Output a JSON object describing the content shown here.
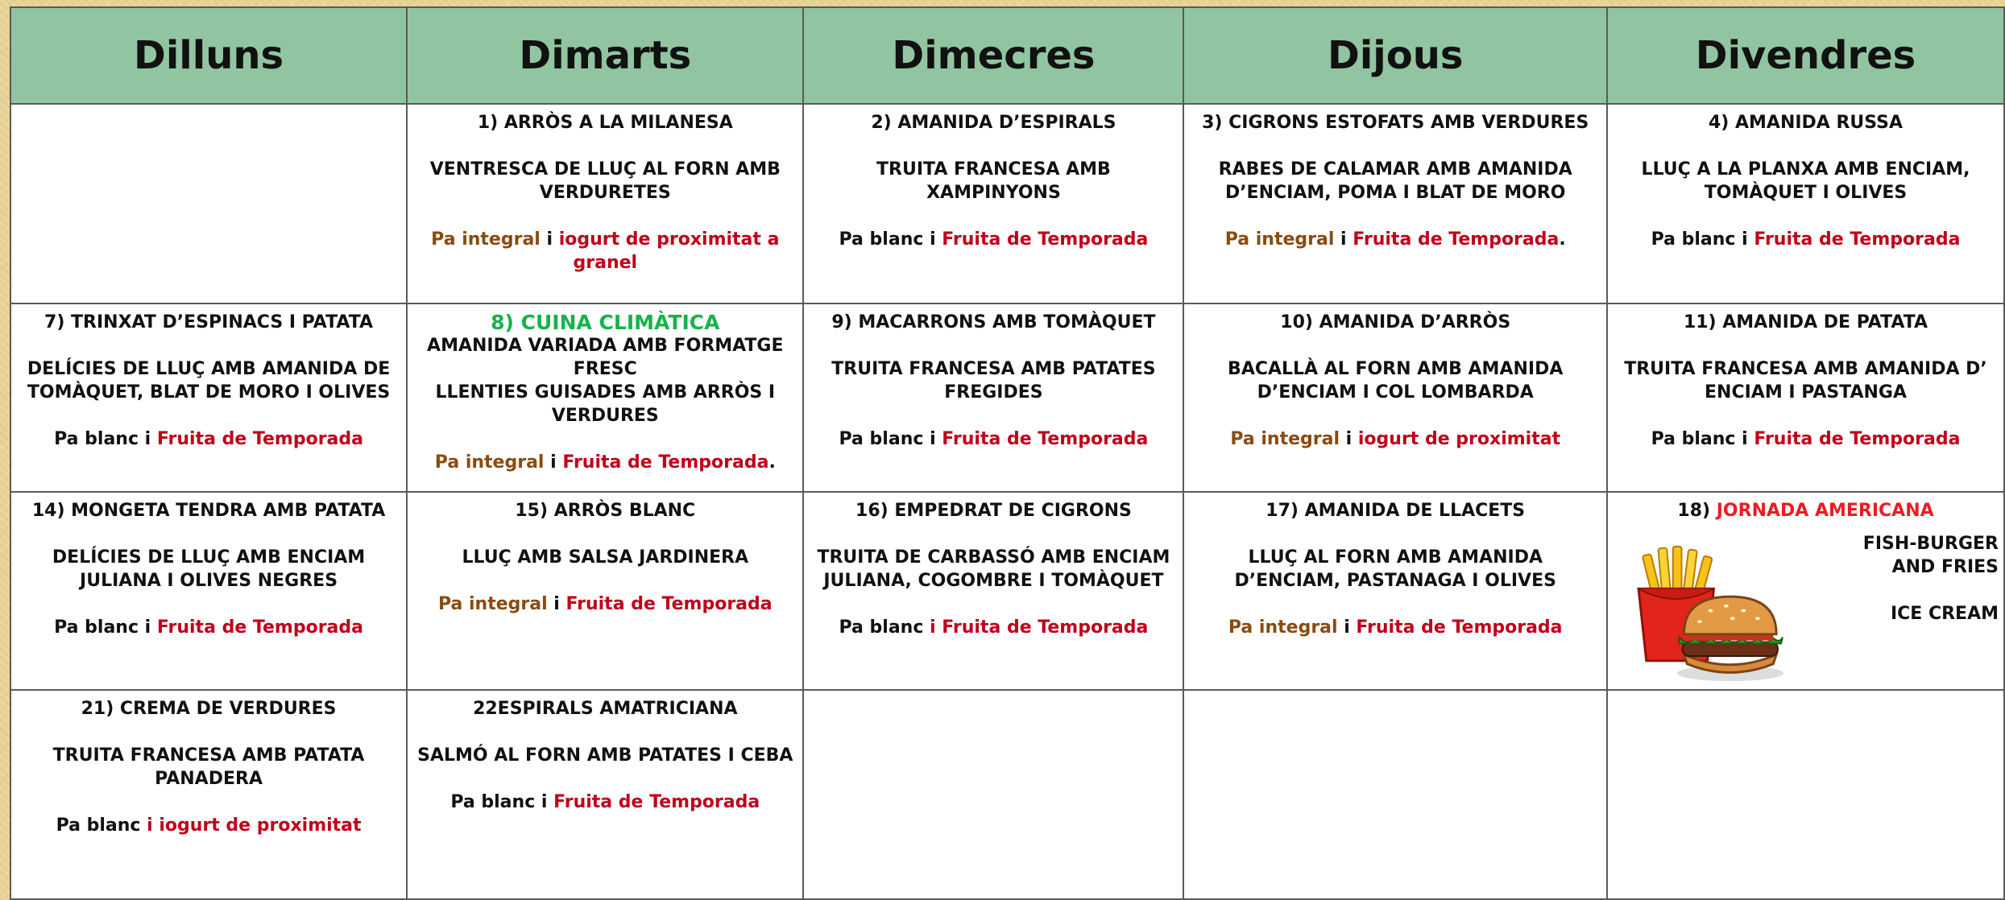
{
  "days": [
    "Dilluns",
    "Dimarts",
    "Dimecres",
    "Dijous",
    "Divendres"
  ],
  "weeks": [
    [
      {
        "empty": true
      },
      {
        "first": "1) ARRÒS A LA MILANESA",
        "second": "VENTRESCA DE LLUÇ AL FORN AMB VERDURETES",
        "bread": "Pa integral",
        "joiner": " i ",
        "dessert": "iogurt de proximitat a granel",
        "trail": ""
      },
      {
        "first": "2) AMANIDA D’ESPIRALS",
        "second": "TRUITA FRANCESA AMB XAMPINYONS",
        "bread": "Pa blanc",
        "joiner": " i ",
        "dessert": "Fruita de Temporada",
        "trail": ""
      },
      {
        "first": "3) CIGRONS ESTOFATS AMB VERDURES",
        "second": "RABES DE CALAMAR AMB AMANIDA D’ENCIAM, POMA I BLAT DE MORO",
        "bread": "Pa integral",
        "joiner": "  i ",
        "dessert": "Fruita de Temporada",
        "trail": "."
      },
      {
        "first": "4) AMANIDA RUSSA",
        "second": "LLUÇ A LA PLANXA AMB ENCIAM, TOMÀQUET I OLIVES",
        "bread": "Pa blanc",
        "joiner": " i ",
        "dessert": "Fruita de Temporada",
        "trail": ""
      }
    ],
    [
      {
        "first": "7) TRINXAT D’ESPINACS I PATATA",
        "second": "DELÍCIES DE LLUÇ AMB AMANIDA DE TOMÀQUET, BLAT DE MORO I OLIVES",
        "bread": "Pa blanc",
        "joiner": " i ",
        "dessert": "Fruita de Temporada",
        "trail": ""
      },
      {
        "special_title": "8) CUINA CLIMÀTICA",
        "first": "AMANIDA VARIADA AMB FORMATGE FRESC",
        "second": "LLENTIES GUISADES AMB ARRÒS I VERDURES",
        "bread": "Pa integral",
        "joiner": "  i ",
        "dessert": "Fruita de Temporada",
        "trail": "."
      },
      {
        "first": "9) MACARRONS AMB TOMÀQUET",
        "second": "TRUITA FRANCESA AMB PATATES FREGIDES",
        "bread": "Pa blanc",
        "joiner": " i ",
        "dessert": "Fruita de Temporada",
        "trail": ""
      },
      {
        "first": "10) AMANIDA D’ARRÒS",
        "second": "BACALLÀ AL FORN AMB AMANIDA D’ENCIAM I COL LOMBARDA",
        "bread": "Pa integral",
        "joiner": " i ",
        "dessert": "iogurt de proximitat",
        "trail": ""
      },
      {
        "first": "11) AMANIDA DE PATATA",
        "second": "TRUITA FRANCESA AMB AMANIDA D’ ENCIAM I PASTANGA",
        "bread": "Pa blanc",
        "joiner": " i ",
        "dessert": "Fruita de Temporada",
        "trail": ""
      }
    ],
    [
      {
        "first": "14) MONGETA TENDRA AMB PATATA",
        "second": "DELÍCIES DE LLUÇ AMB ENCIAM JULIANA I OLIVES NEGRES",
        "bread": "Pa blanc",
        "joiner": " i ",
        "dessert": "Fruita de Temporada",
        "trail": ""
      },
      {
        "first": "15) ARRÒS BLANC",
        "second": "LLUÇ AMB SALSA JARDINERA",
        "bread": "Pa integral",
        "joiner": "  i ",
        "dessert": "Fruita de Temporada",
        "trail": ""
      },
      {
        "first": "16) EMPEDRAT DE CIGRONS",
        "second": "TRUITA DE CARBASSÓ AMB ENCIAM JULIANA, COGOMBRE I TOMÀQUET",
        "bread": "Pa blanc",
        "joiner": " ",
        "dessert": "i Fruita de Temporada",
        "trail": ""
      },
      {
        "first": "17) AMANIDA DE LLACETS",
        "second": "LLUÇ AL FORN AMB AMANIDA D’ENCIAM, PASTANAGA I OLIVES",
        "bread": "Pa integral",
        "joiner": " i ",
        "dessert": "Fruita de Temporada",
        "trail": ""
      },
      {
        "themed": true,
        "number": "18)",
        "theme": "JORNADA AMERICANA",
        "main_line1": "FISH-BURGER",
        "main_line2": "AND FRIES",
        "dessert_item": "ICE CREAM"
      }
    ],
    [
      {
        "first": "21) CREMA DE VERDURES",
        "second": "TRUITA FRANCESA AMB PATATA PANADERA",
        "bread": "Pa blanc",
        "joiner": " ",
        "dessert": "i iogurt de proximitat",
        "trail": ""
      },
      {
        "first": "22ESPIRALS AMATRICIANA",
        "second": "SALMÓ AL FORN AMB PATATES I CEBA",
        "bread": "Pa blanc",
        "joiner": " i  ",
        "dessert": "Fruita de Temporada",
        "trail": ""
      },
      {
        "empty": true
      },
      {
        "empty": true
      },
      {
        "empty": true
      }
    ]
  ],
  "colors": {
    "header_bg": "#91c5a1",
    "bread_brown": "#8a4b10",
    "dessert_red": "#c0001a",
    "theme_red": "#ee1b22",
    "special_green": "#16b34a"
  },
  "icons": {
    "themed_day": "burger-and-fries-icon"
  }
}
